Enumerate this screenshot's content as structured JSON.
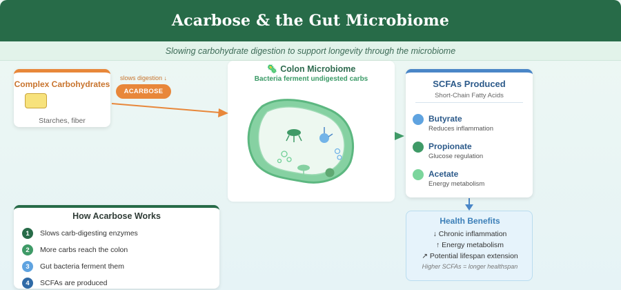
{
  "header": {
    "title": "Acarbose & the Gut Microbiome",
    "subtitle": "Slowing carbohydrate digestion to support longevity through the microbiome"
  },
  "carbs": {
    "title": "Complex Carbohydrates",
    "subtitle": "Starches, fiber",
    "slows_label": "slows digestion ↓",
    "drug_label": "ACARBOSE"
  },
  "colon": {
    "icon": "🦠",
    "title": "Colon Microbiome",
    "subtitle": "Bacteria ferment undigested carbs"
  },
  "scfa": {
    "title": "SCFAs Produced",
    "subtitle": "Short-Chain Fatty Acids",
    "items": [
      {
        "name": "Butyrate",
        "desc": "Reduces inflammation",
        "color": "#5fa3e0"
      },
      {
        "name": "Propionate",
        "desc": "Glucose regulation",
        "color": "#3f9a67"
      },
      {
        "name": "Acetate",
        "desc": "Energy metabolism",
        "color": "#7bd59c"
      }
    ]
  },
  "health": {
    "title": "Health Benefits",
    "lines": [
      "↓ Chronic inflammation",
      "↑ Energy metabolism",
      "↗ Potential lifespan extension"
    ],
    "footnote": "Higher SCFAs = longer healthspan"
  },
  "how": {
    "title": "How Acarbose Works",
    "steps": [
      {
        "num": "1",
        "text": "Slows carb-digesting enzymes",
        "color": "#276b48"
      },
      {
        "num": "2",
        "text": "More carbs reach the colon",
        "color": "#3f9a67"
      },
      {
        "num": "3",
        "text": "Gut bacteria ferment them",
        "color": "#5fa3e0"
      },
      {
        "num": "4",
        "text": "SCFAs are produced",
        "color": "#2f6aa6"
      }
    ]
  },
  "colors": {
    "header": "#276b48",
    "orange": "#e8873a",
    "blue": "#4a86c7",
    "green": "#3f9a67"
  }
}
